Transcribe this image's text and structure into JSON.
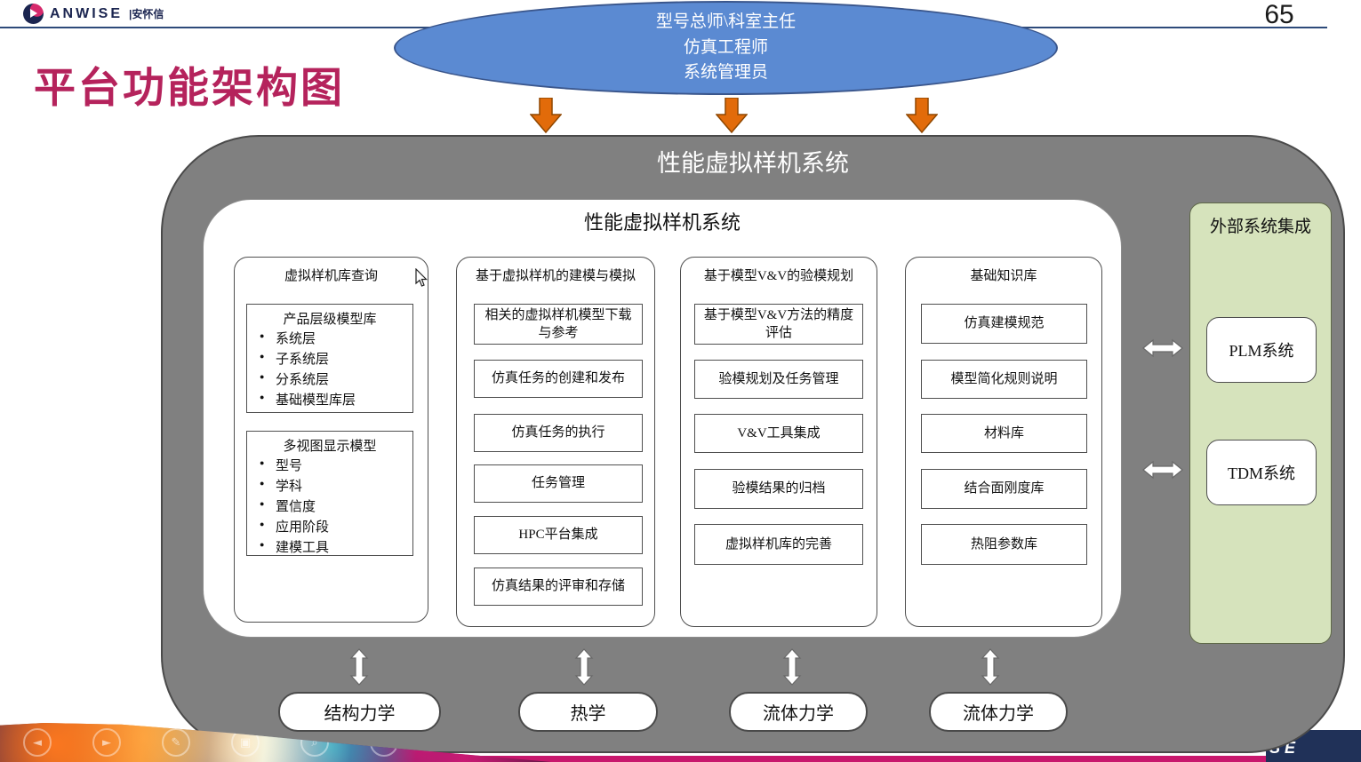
{
  "page": {
    "number": "65",
    "title": "平台功能架构图"
  },
  "logo": {
    "brand": "ANWISE",
    "brand_cn": "|安怀信"
  },
  "roles": {
    "lines": [
      "型号总师\\科室主任",
      "仿真工程师",
      "系统管理员"
    ]
  },
  "system": {
    "title": "性能虚拟样机系统",
    "inner_title": "性能虚拟样机系统",
    "columns": [
      {
        "title": "虚拟样机库查询",
        "groups": [
          {
            "heading": "产品层级模型库",
            "bullets": [
              "系统层",
              "子系统层",
              "分系统层",
              "基础模型库层"
            ]
          },
          {
            "heading": "多视图显示模型",
            "bullets": [
              "型号",
              "学科",
              "置信度",
              "应用阶段",
              "建模工具"
            ]
          }
        ]
      },
      {
        "title": "基于虚拟样机的建模与模拟",
        "items": [
          "相关的虚拟样机模型下载与参考",
          "仿真任务的创建和发布",
          "仿真任务的执行",
          "任务管理",
          "HPC平台集成",
          "仿真结果的评审和存储"
        ]
      },
      {
        "title": "基于模型V&V的验模规划",
        "items": [
          "基于模型V&V方法的精度评估",
          "验模规划及任务管理",
          "V&V工具集成",
          "验模结果的归档",
          "虚拟样机库的完善"
        ]
      },
      {
        "title": "基础知识库",
        "items": [
          "仿真建模规范",
          "模型简化规则说明",
          "材料库",
          "结合面刚度库",
          "热阻参数库"
        ]
      }
    ]
  },
  "external": {
    "title": "外部系统集成",
    "systems": [
      {
        "label": "PLM系统"
      },
      {
        "label": "TDM系统"
      }
    ]
  },
  "disciplines": [
    {
      "label": "结构力学"
    },
    {
      "label": "热学"
    },
    {
      "label": "流体力学"
    },
    {
      "label": "流体力学"
    }
  ],
  "footer": {
    "brand_partial": "SE",
    "control_glyphs": [
      "◄",
      "►",
      "✎",
      "▣",
      "⌕",
      "⋯"
    ]
  },
  "colors": {
    "accent_title": "#b5235c",
    "ellipse_fill": "#5b8ad2",
    "arrow_orange": "#e26b0a",
    "panel_gray": "#808080",
    "external_green": "#d6e3bc",
    "footer_navy": "#203158",
    "footer_magenta": "#c8186d",
    "header_rule": "#2d4a7a"
  }
}
